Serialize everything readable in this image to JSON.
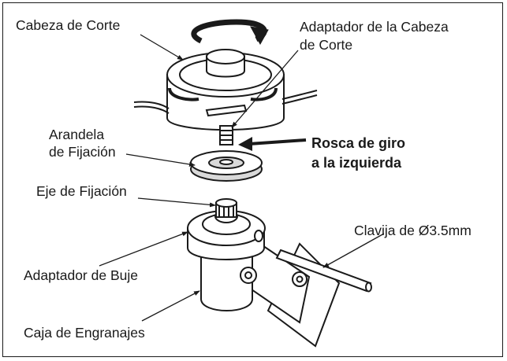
{
  "labels": {
    "cutting_head": "Cabeza de Corte",
    "head_adapter_line1": "Adaptador de la Cabeza",
    "head_adapter_line2": "de Corte",
    "washer_line1": "Arandela",
    "washer_line2": "de Fijación",
    "thread_line1": "Rosca de giro",
    "thread_line2": "a la izquierda",
    "shaft": "Eje de Fijación",
    "pin": "Clavija de Ø3.5mm",
    "hub_adapter": "Adaptador de Buje",
    "gearbox": "Caja de Engranajes"
  },
  "colors": {
    "ink": "#1a1a1a",
    "part_fill": "#ffffff",
    "shade": "#d9d9d9"
  }
}
